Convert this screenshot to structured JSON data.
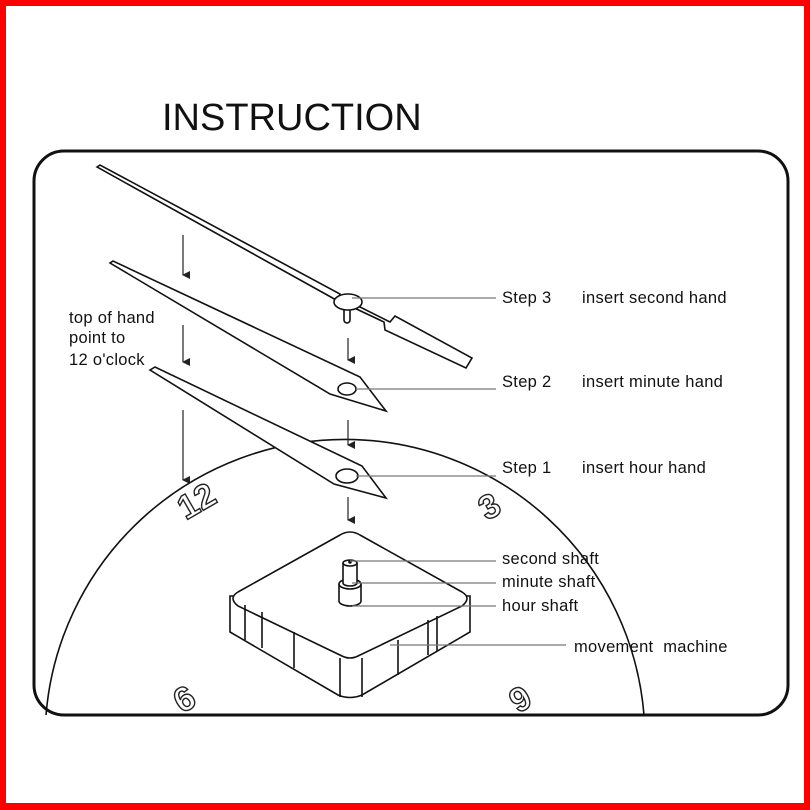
{
  "title": "INSTRUCTION",
  "note": [
    "top of hand",
    "point to",
    "12 o'clock"
  ],
  "steps": [
    {
      "step": "Step 3",
      "action": "insert second hand"
    },
    {
      "step": "Step 2",
      "action": "insert minute hand"
    },
    {
      "step": "Step 1",
      "action": "insert hour hand"
    }
  ],
  "parts": {
    "second_shaft": "second shaft",
    "minute_shaft": "minute shaft",
    "hour_shaft": "hour shaft",
    "movement": "movement  machine"
  },
  "dial_numbers": {
    "twelve": "12",
    "three": "3",
    "six": "6",
    "nine": "9"
  },
  "colors": {
    "frame": "#ff0000"
  }
}
